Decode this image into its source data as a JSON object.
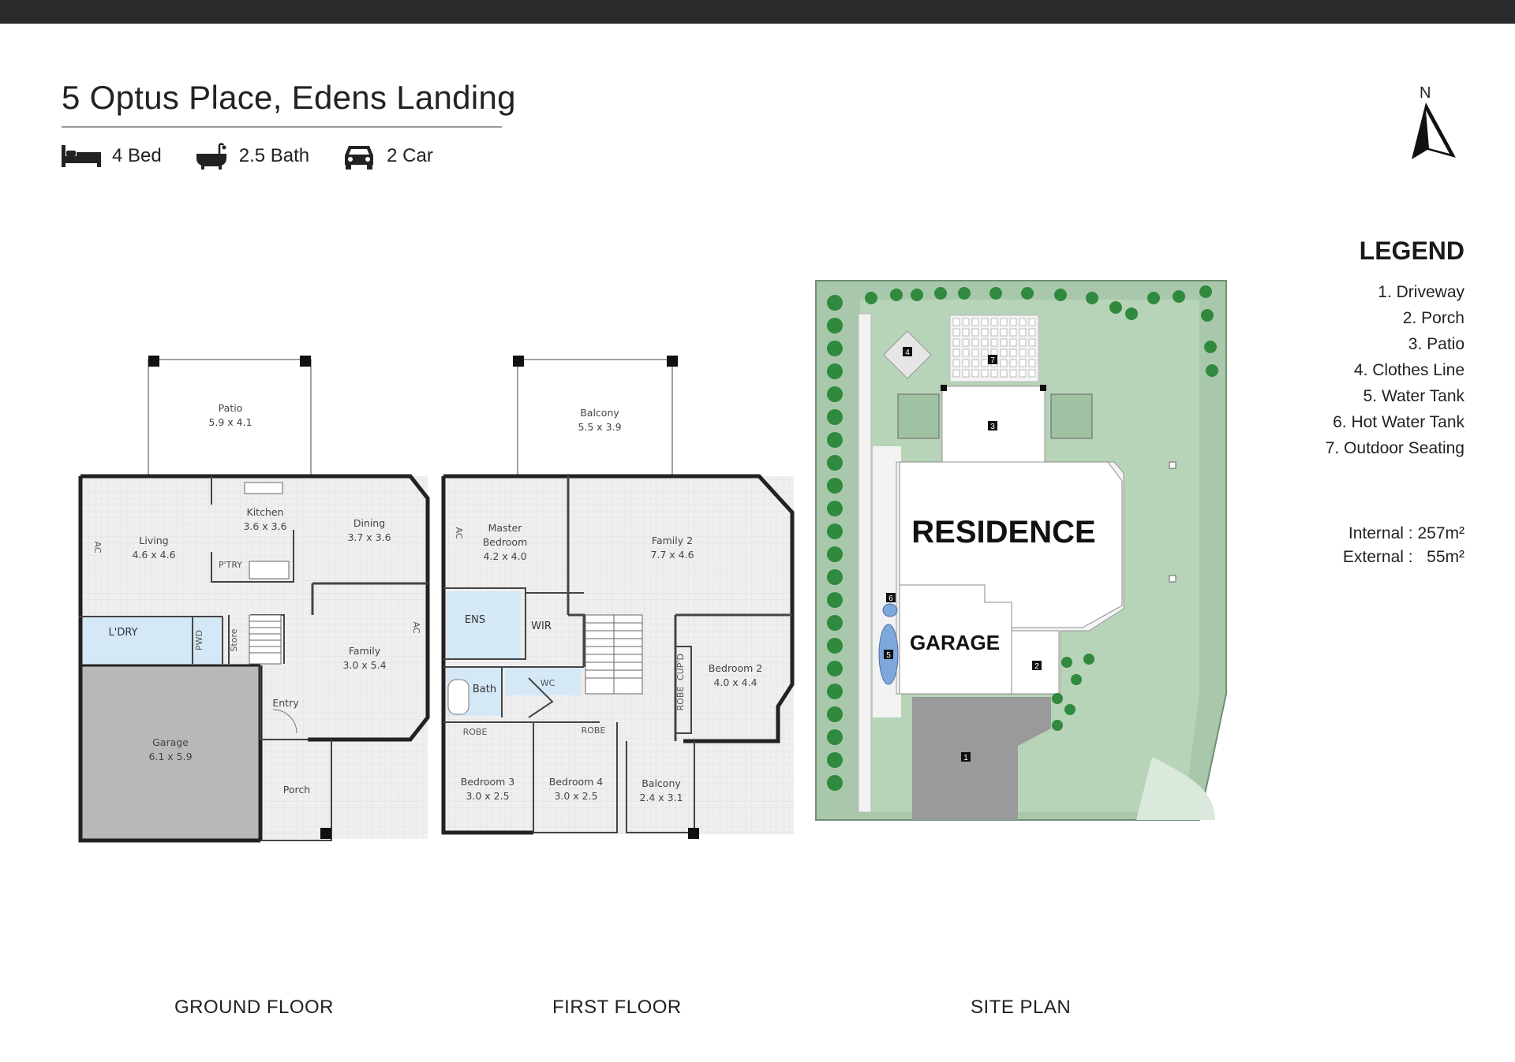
{
  "property": {
    "title": "5 Optus Place, Edens Landing",
    "features": [
      {
        "icon": "bed-icon",
        "label": "4 Bed"
      },
      {
        "icon": "bath-icon",
        "label": "2.5 Bath"
      },
      {
        "icon": "car-icon",
        "label": "2 Car"
      }
    ]
  },
  "compass": {
    "label": "N"
  },
  "legend": {
    "title": "LEGEND",
    "items": [
      "1. Driveway",
      "2. Porch",
      "3. Patio",
      "4. Clothes Line",
      "5. Water Tank",
      "6. Hot Water Tank",
      "7. Outdoor Seating"
    ]
  },
  "areas": {
    "internal": {
      "label": "Internal :",
      "value": "257m²"
    },
    "external": {
      "label": "External :",
      "value": "55m²"
    }
  },
  "ground_floor": {
    "caption": "GROUND FLOOR",
    "rooms": {
      "patio": {
        "name": "Patio",
        "size": "5.9 x 4.1"
      },
      "living": {
        "name": "Living",
        "size": "4.6 x 4.6"
      },
      "kitchen": {
        "name": "Kitchen",
        "size": "3.6 x 3.6"
      },
      "dining": {
        "name": "Dining",
        "size": "3.7 x 3.6"
      },
      "family": {
        "name": "Family",
        "size": "3.0 x 5.4"
      },
      "garage": {
        "name": "Garage",
        "size": "6.1 x 5.9"
      },
      "laundry": "L'DRY",
      "pantry": "P'TRY",
      "powder": "PWD",
      "store": "Store",
      "entry": "Entry",
      "porch": "Porch",
      "ac1": "AC",
      "ac2": "AC"
    }
  },
  "first_floor": {
    "caption": "FIRST FLOOR",
    "rooms": {
      "balcony_main": {
        "name": "Balcony",
        "size": "5.5 x 3.9"
      },
      "master": {
        "name1": "Master",
        "name2": "Bedroom",
        "size": "4.2 x 4.0"
      },
      "family2": {
        "name": "Family 2",
        "size": "7.7 x 4.6"
      },
      "bedroom2": {
        "name": "Bedroom 2",
        "size": "4.0 x 4.4"
      },
      "bedroom3": {
        "name": "Bedroom 3",
        "size": "3.0 x 2.5"
      },
      "bedroom4": {
        "name": "Bedroom 4",
        "size": "3.0 x 2.5"
      },
      "balcony_small": {
        "name": "Balcony",
        "size": "2.4 x 3.1"
      },
      "ens": "ENS",
      "wir": "WIR",
      "bath": "Bath",
      "wc": "WC",
      "robe1": "ROBE",
      "robe2": "ROBE",
      "robe3": "ROBE",
      "cupd": "CUP'D",
      "ac": "AC"
    }
  },
  "site_plan": {
    "caption": "SITE PLAN",
    "residence": "RESIDENCE",
    "garage": "GARAGE",
    "markers": [
      "1",
      "2",
      "3",
      "4",
      "5",
      "6",
      "7"
    ]
  }
}
